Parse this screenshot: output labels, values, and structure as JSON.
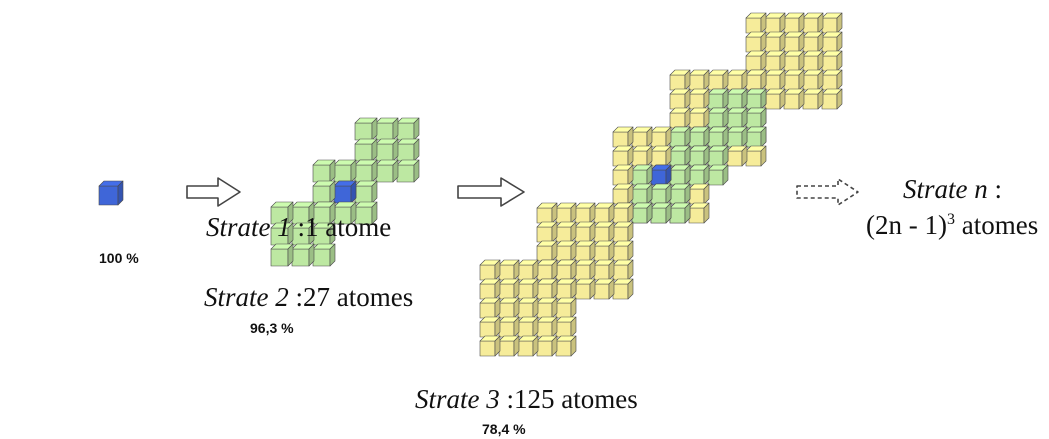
{
  "strata": [
    {
      "name": "Strate 1",
      "count_text": " :1 atome",
      "percent": "100 %"
    },
    {
      "name": "Strate 2",
      "count_text": " :27 atomes",
      "percent": "96,3 %"
    },
    {
      "name": "Strate 3",
      "count_text": " :125 atomes",
      "percent": "78,4 %"
    }
  ],
  "strate_n": {
    "name": "Strate n",
    "colon": " :",
    "formula_base": "(2n - 1)",
    "formula_exp": "3",
    "formula_unit": " atomes"
  },
  "colors": {
    "center_atom": "#3f66d8",
    "stratum2_atom": "#bde8a2",
    "stratum3_atom": "#f6ec9a",
    "arrow_stroke": "#444444"
  },
  "icons": [
    "solid-arrow-icon",
    "solid-arrow-icon",
    "dashed-arrow-icon"
  ]
}
